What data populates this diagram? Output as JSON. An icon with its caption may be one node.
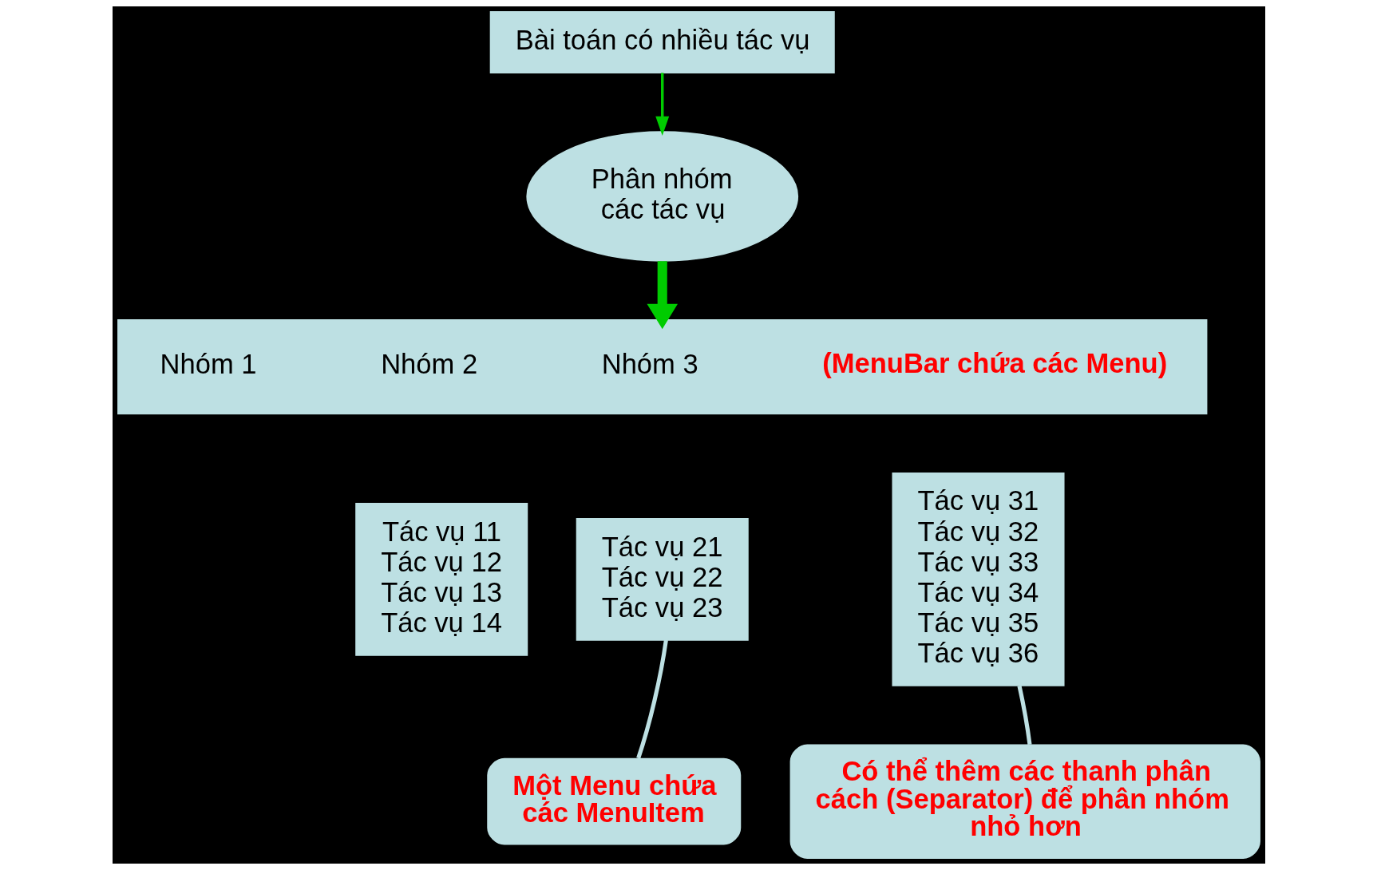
{
  "diagram": {
    "nodes": [
      {
        "text": [
          "Bài toán có nhiều tác vụ"
        ]
      },
      {
        "text": [
          "Phân nhóm các tác vụ"
        ]
      },
      {
        "text": [
          "Nhóm 1",
          "Nhóm 2",
          "Nhóm 3",
          "(MenuBar chứa các Menu)"
        ]
      },
      {
        "text": [
          "Tác vụ 11",
          "Tác vụ 12",
          "Tác vụ 13",
          "Tác vụ 14"
        ]
      },
      {
        "text": [
          "Tác vụ 21",
          "Tác vụ 22",
          "Tác vụ 23"
        ]
      },
      {
        "text": [
          "Tác vụ 31",
          "Tác vụ 32",
          "Tác vụ 33",
          "Tác vụ 34",
          "Tác vụ 35",
          "Tác vụ 36"
        ]
      },
      {
        "text": [
          "Một Menu chứa các MenuItem"
        ]
      },
      {
        "text": [
          "Có thể thêm các thanh phân cách (Separator) để phân nhóm  nhỏ hơn"
        ]
      }
    ],
    "edges": [
      {
        "from": 0,
        "to": 1,
        "arrow": "to",
        "color": "#00cc00"
      },
      {
        "from": 1,
        "to": 2,
        "arrow": "to",
        "style": "thick",
        "color": "#00cc00"
      },
      {
        "from": 6,
        "to": 4,
        "arrow": "none",
        "color": "#bde0e3"
      },
      {
        "from": 7,
        "to": 5,
        "arrow": "none",
        "color": "#bde0e3"
      }
    ]
  }
}
